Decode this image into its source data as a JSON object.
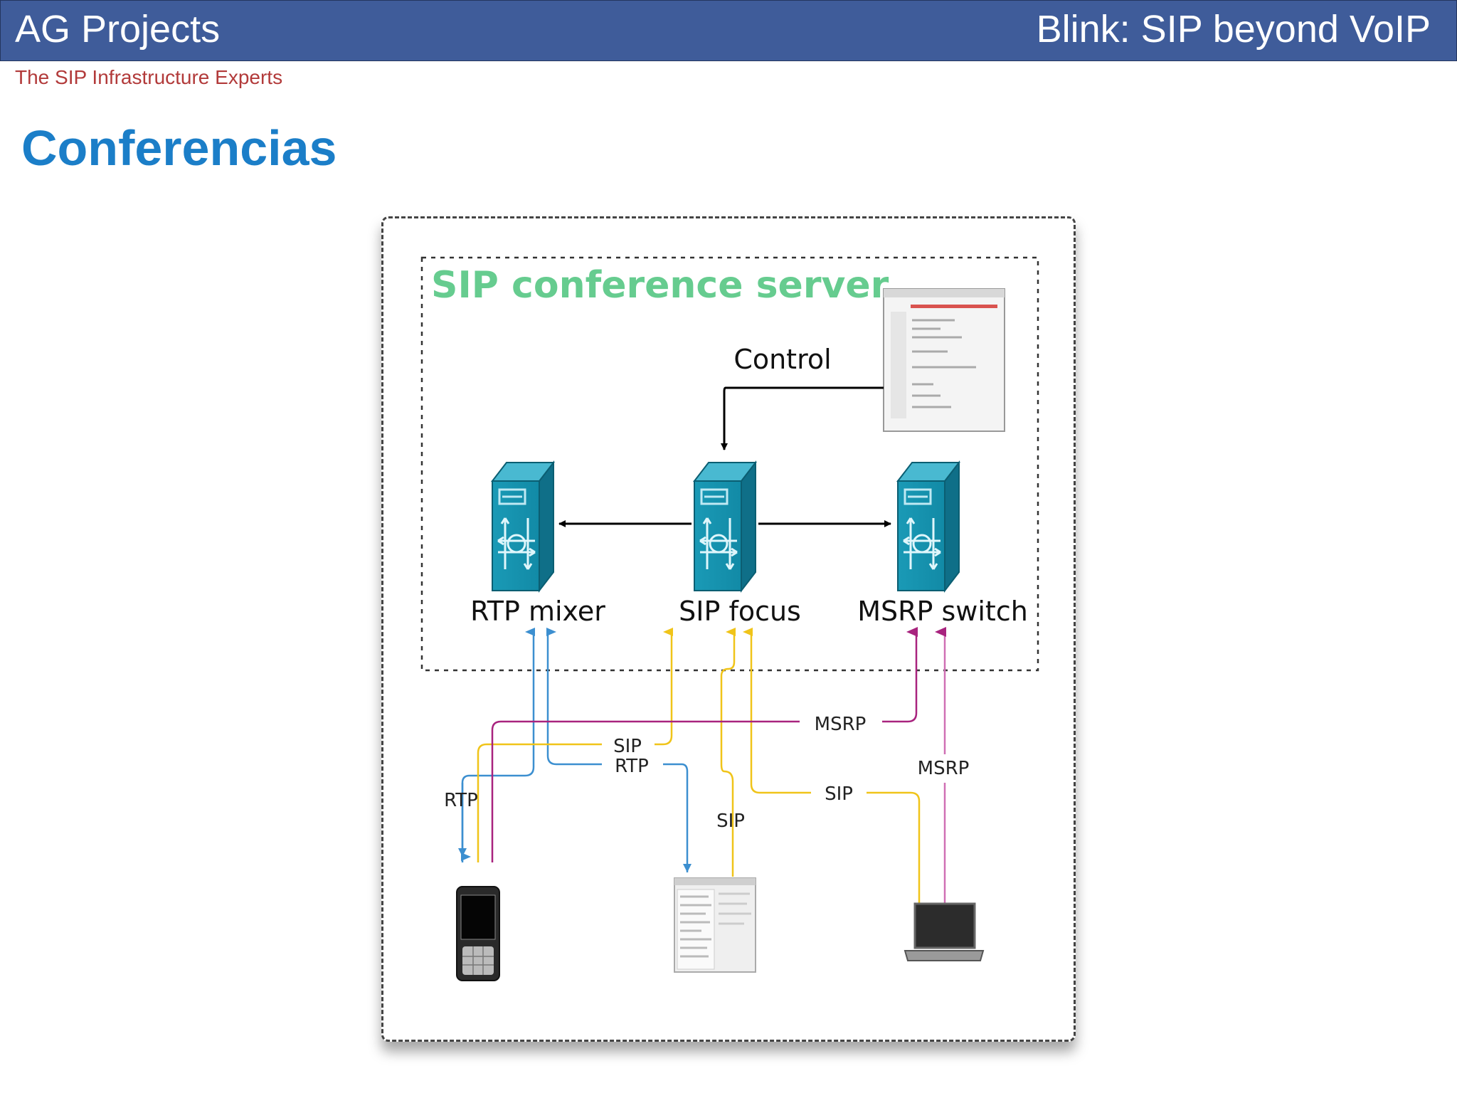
{
  "header": {
    "company": "AG Projects",
    "tagline": "The SIP Infrastructure Experts",
    "deck_title": "Blink: SIP beyond VoIP"
  },
  "slide": {
    "title": "Conferencias"
  },
  "diagram": {
    "server_label": "SIP conference server",
    "control_label": "Control",
    "nodes": {
      "rtp_mixer": "RTP mixer",
      "sip_focus": "SIP focus",
      "msrp_switch": "MSRP switch"
    },
    "links": {
      "msrp_top": "MSRP",
      "sip_mid": "SIP",
      "rtp_mid": "RTP",
      "rtp_left": "RTP",
      "sip_center": "SIP",
      "sip_right": "SIP",
      "msrp_right": "MSRP"
    },
    "clients": [
      "mobile-phone",
      "desktop-client",
      "laptop"
    ],
    "colors": {
      "sip": "#f0c419",
      "rtp": "#3c8fd0",
      "msrp": "#a8237e",
      "server": "#1b9cb8",
      "server_label": "#4cc47c"
    }
  }
}
